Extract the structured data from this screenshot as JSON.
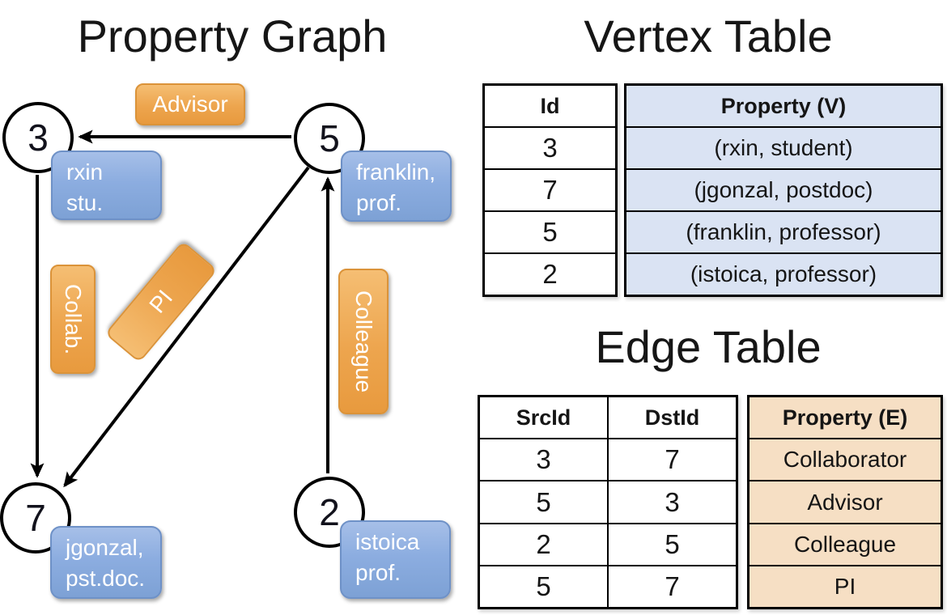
{
  "graph": {
    "title": "Property Graph",
    "nodes": [
      {
        "label": "3",
        "box": [
          "rxin",
          "stu."
        ]
      },
      {
        "label": "5",
        "box": [
          "franklin,",
          "prof."
        ]
      },
      {
        "label": "7",
        "box": [
          "jgonzal,",
          "pst.doc."
        ]
      },
      {
        "label": "2",
        "box": [
          "istoica",
          "prof."
        ]
      }
    ],
    "edge_labels": {
      "advisor": "Advisor",
      "collab": "Collab.",
      "pi": "PI",
      "colleague": "Colleague"
    }
  },
  "vertex_table": {
    "title": "Vertex Table",
    "columns": {
      "id": "Id",
      "property": "Property (V)"
    },
    "rows": [
      {
        "id": "3",
        "property": "(rxin, student)"
      },
      {
        "id": "7",
        "property": "(jgonzal, postdoc)"
      },
      {
        "id": "5",
        "property": "(franklin, professor)"
      },
      {
        "id": "2",
        "property": "(istoica, professor)"
      }
    ]
  },
  "edge_table": {
    "title": "Edge Table",
    "columns": {
      "src": "SrcId",
      "dst": "DstId",
      "property": "Property (E)"
    },
    "rows": [
      {
        "src": "3",
        "dst": "7",
        "property": "Collaborator"
      },
      {
        "src": "5",
        "dst": "3",
        "property": "Advisor"
      },
      {
        "src": "2",
        "dst": "5",
        "property": "Colleague"
      },
      {
        "src": "5",
        "dst": "7",
        "property": "PI"
      }
    ]
  },
  "colors": {
    "edge_line": "#000000",
    "node_fill": "#ffffff",
    "vertex_box": "#87a9da",
    "edge_label_box": "#eda54e",
    "vertex_property_bg": "#dae3f3",
    "edge_property_bg": "#f6dfc4"
  }
}
